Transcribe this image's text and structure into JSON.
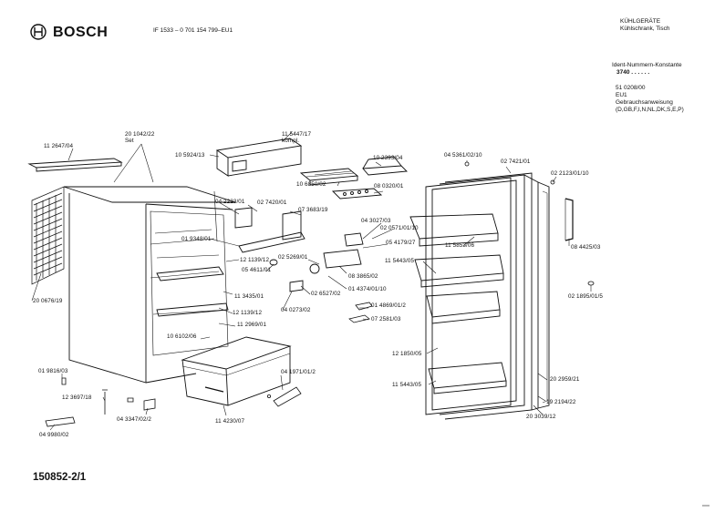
{
  "header": {
    "brand": "BOSCH",
    "model": "IF 1533 – 0 701 154 799–EU1",
    "category": "KÜHLGERÄTE",
    "subcategory": "Kühlschrank, Tisch",
    "ident_title": "Ident-Nummern-Konstante",
    "ident_value": "3740 . . . . . .",
    "manual_number": "51 0208/00",
    "manual_variant": "EU1",
    "manual_title": "Gebrauchsanweisung",
    "manual_languages": "(D,GB,F,I,N,NL,DK,S,E,P)"
  },
  "footer": {
    "doc_number": "150852-2/1"
  },
  "parts": [
    "11 2647/04",
    "20 1042/22",
    "Set",
    "10 5924/13",
    "11 5447/17",
    "kompl.",
    "10 2393/04",
    "10 6850/02",
    "08 0320/01",
    "04 2223/01",
    "02 7420/01",
    "07 3683/19",
    "04 3027/03",
    "02 0571/01/10",
    "05 4179/27",
    "01 9348/01",
    "12 1139/12",
    "02 5269/01",
    "05 4611/01",
    "08 3865/02",
    "01 4374/01/10",
    "11 3435/01",
    "02 6527/02",
    "12 1139/12",
    "04 0273/02",
    "11 2969/01",
    "20 0676/19",
    "10 6102/06",
    "01 4869/01/2",
    "07 2581/03",
    "04 5361/02/10",
    "02 7421/01",
    "02 2123/01/10",
    "11 5853/06",
    "11 5443/05",
    "08 4425/03",
    "02 1895/01/5",
    "12 1850/05",
    "11 5443/05",
    "20 2959/21",
    "19 2194/22",
    "20 3039/12",
    "01 9816/03",
    "12 3697/18",
    "04 3347/02/2",
    "04 1971/01/2",
    "11 4230/07",
    "04 9980/02"
  ]
}
